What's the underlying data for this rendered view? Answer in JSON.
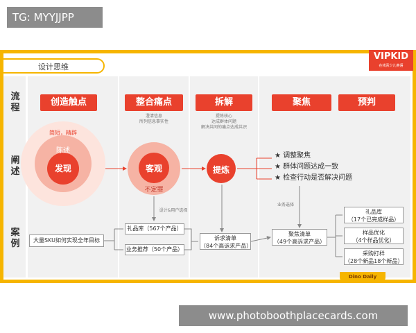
{
  "watermark_top": "TG: MYYJJPP",
  "watermark_bottom": "www.photoboothplacecards.com",
  "tab_title": "设计思维",
  "logo": {
    "text": "VIPKID",
    "subtext": "在线青少儿英语"
  },
  "row_labels": [
    "流程",
    "阐述",
    "案例"
  ],
  "stages": [
    {
      "header": "创造触点"
    },
    {
      "header": "整合痛点",
      "note": "澄清信息\n所列信息事实性"
    },
    {
      "header": "拆解",
      "note": "提炼核心\n达成群体问题\n解决共同的痛点达成共识"
    },
    {
      "header": "聚焦"
    },
    {
      "header": "预判"
    }
  ],
  "circles": {
    "discover": {
      "label": "发现",
      "ring1": "简短，精辟",
      "ring2": "陈述"
    },
    "objective": {
      "label": "客观",
      "sub": "不定罪"
    },
    "refine": {
      "label": "提炼"
    }
  },
  "bullets": [
    "调整聚焦",
    "群体问题达成一致",
    "检查行动是否解决问题"
  ],
  "notes": {
    "design_user": "设计&用户选择",
    "business": "业务选择"
  },
  "cases": {
    "goal": "大量SKU如何实现全年目标",
    "gift_library": "礼品库（567个产品）",
    "biz_recommend": "业务推荐（50个产品）",
    "request_list": "诉求清单\n（84个高诉求产品）",
    "focus_list": "聚焦清单\n（49个高诉求产品）",
    "r1": "礼品库\n（17个已完成样品）",
    "r2": "样品优化\n（4个样品优化）",
    "r3": "采购打样\n（28个新品18个新品）"
  },
  "footer": "Dino Daily",
  "colors": {
    "frame": "#f6b500",
    "accent": "#e9412d"
  }
}
